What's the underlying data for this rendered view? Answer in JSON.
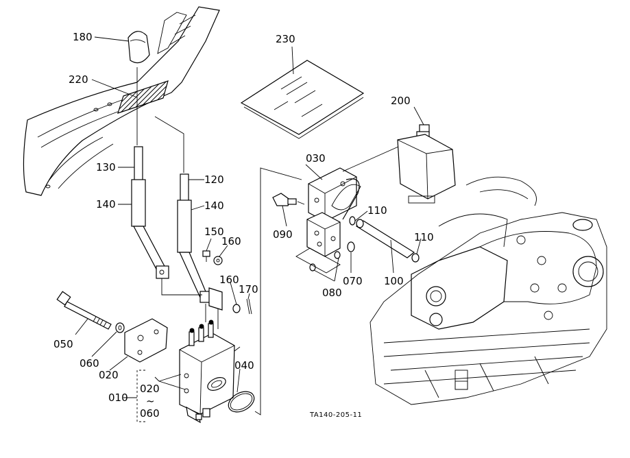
{
  "labels": {
    "p180": "180",
    "p220": "220",
    "p130": "130",
    "p120": "120",
    "p140a": "140",
    "p140b": "140",
    "p150": "150",
    "p160a": "160",
    "p160b": "160",
    "p170": "170",
    "p050": "050",
    "p060": "060",
    "p020a": "020",
    "p010": "010",
    "p020b": "020",
    "tilde": "~",
    "p060b": "060",
    "p040": "040",
    "p230": "230",
    "p200": "200",
    "p030": "030",
    "p090": "090",
    "p110a": "110",
    "p110b": "110",
    "p070": "070",
    "p080": "080",
    "p100": "100"
  },
  "figure_code": "TA140-205-11"
}
